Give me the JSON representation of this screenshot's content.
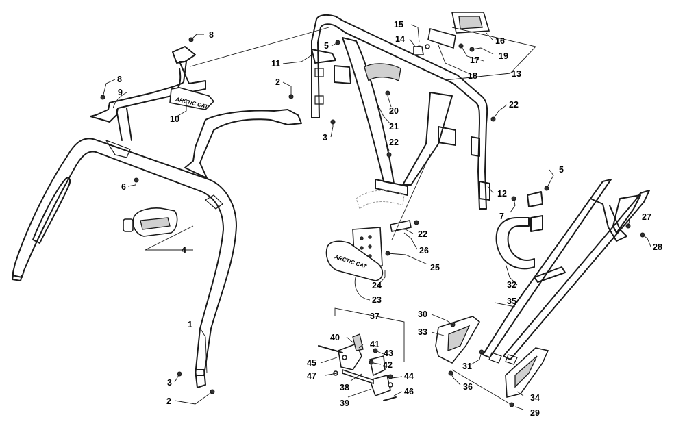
{
  "diagram": {
    "colors": {
      "line": "#1a1a1a",
      "background": "#ffffff",
      "shade": "#d0d0d0"
    },
    "callouts": {
      "c1": "1",
      "c2a": "2",
      "c2b": "2",
      "c3a": "3",
      "c3b": "3",
      "c4": "4",
      "c5a": "5",
      "c5b": "5",
      "c6": "6",
      "c7": "7",
      "c8a": "8",
      "c8b": "8",
      "c9": "9",
      "c10": "10",
      "c11": "11",
      "c12": "12",
      "c13": "13",
      "c14": "14",
      "c15": "15",
      "c16": "16",
      "c17": "17",
      "c18": "18",
      "c19": "19",
      "c20": "20",
      "c21": "21",
      "c22a": "22",
      "c22b": "22",
      "c22c": "22",
      "c23": "23",
      "c24": "24",
      "c25": "25",
      "c26": "26",
      "c27": "27",
      "c28": "28",
      "c29": "29",
      "c30": "30",
      "c31": "31",
      "c32": "32",
      "c33": "33",
      "c34": "34",
      "c35": "35",
      "c36": "36",
      "c37": "37",
      "c38": "38",
      "c39": "39",
      "c40": "40",
      "c41": "41",
      "c42": "42",
      "c43": "43",
      "c44": "44",
      "c45": "45",
      "c46": "46",
      "c47": "47"
    },
    "decals": {
      "plate_10": "ARCTIC CAT",
      "plate_23": "ARCTIC CAT"
    }
  }
}
